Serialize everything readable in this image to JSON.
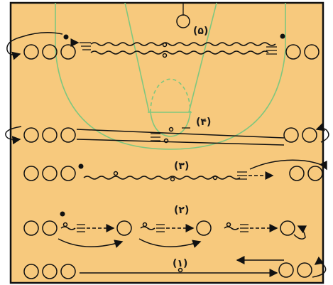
{
  "diagram": {
    "court_color": "#f7c97d",
    "line_color": "#7fc77f",
    "border_color": "#111111",
    "drills": [
      {
        "id": "drill-5",
        "label": "(۵)"
      },
      {
        "id": "drill-4",
        "label": "(۴)"
      },
      {
        "id": "drill-3",
        "label": "(۳)"
      },
      {
        "id": "drill-2",
        "label": "(۲)"
      },
      {
        "id": "drill-1",
        "label": "(۱)"
      }
    ]
  }
}
